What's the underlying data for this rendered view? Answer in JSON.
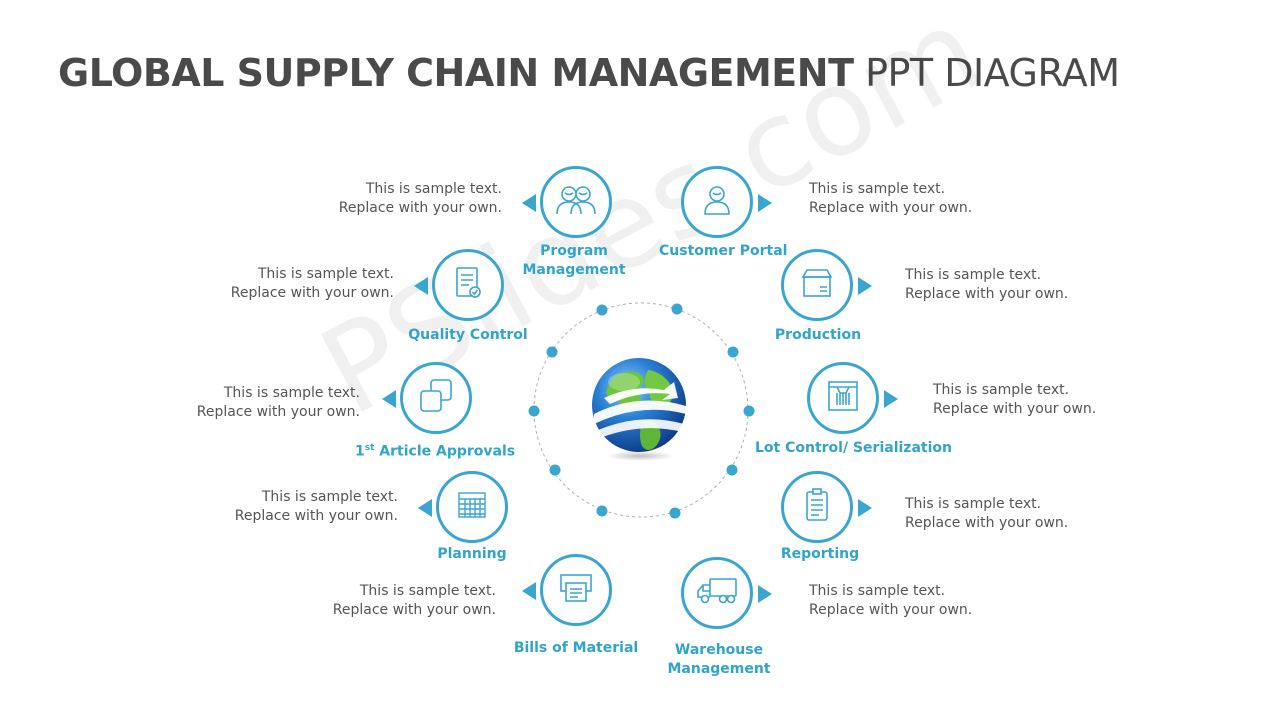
{
  "title": {
    "bold": "GLOBAL SUPPLY CHAIN MANAGEMENT",
    "light": " PPT DIAGRAM"
  },
  "watermark": "PSlides.com",
  "accent_color": "#3aa6cf",
  "nodes": [
    {
      "label": "Program",
      "label2": "Management",
      "icon": "people-icon",
      "desc1": "This is sample text.",
      "desc2": "Replace with your own."
    },
    {
      "label": "Customer Portal",
      "icon": "user-icon",
      "desc1": "This is sample text.",
      "desc2": "Replace with your own."
    },
    {
      "label": "Quality Control",
      "icon": "document-check-icon",
      "desc1": "This is sample text.",
      "desc2": "Replace with your own."
    },
    {
      "label": "Production",
      "icon": "box-icon",
      "desc1": "This is sample text.",
      "desc2": "Replace with your own."
    },
    {
      "label_pre": "1",
      "label_sup": "st",
      "label_post": " Article Approvals",
      "icon": "squares-icon",
      "desc1": "This is sample text.",
      "desc2": "Replace with your own."
    },
    {
      "label": "Lot Control/ Serialization",
      "icon": "shirt-tag-icon",
      "desc1": "This is sample text.",
      "desc2": "Replace with your own."
    },
    {
      "label": "Planning",
      "icon": "calendar-icon",
      "desc1": "This is sample text.",
      "desc2": "Replace with your own."
    },
    {
      "label": "Reporting",
      "icon": "clipboard-icon",
      "desc1": "This is sample text.",
      "desc2": "Replace with your own."
    },
    {
      "label": "Bills of Material",
      "icon": "printer-icon",
      "desc1": "This is sample text.",
      "desc2": "Replace with your own."
    },
    {
      "label": "Warehouse",
      "label2": "Management",
      "icon": "truck-icon",
      "desc1": "This is sample text.",
      "desc2": "Replace with your own."
    }
  ]
}
